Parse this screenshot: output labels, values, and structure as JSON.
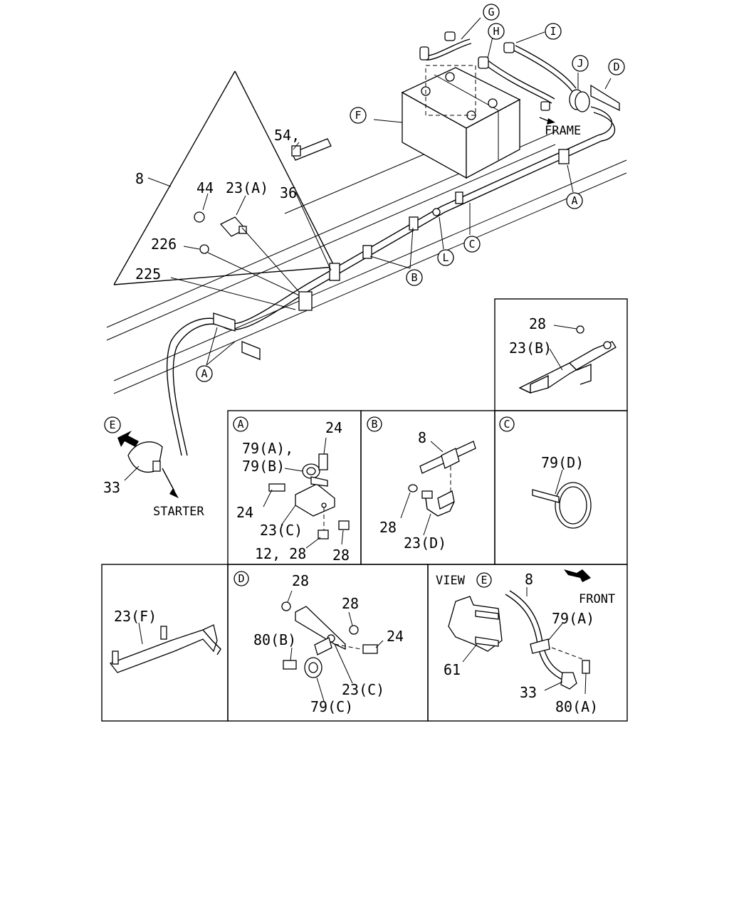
{
  "main": {
    "callouts": {
      "G": "G",
      "H": "H",
      "I": "I",
      "J": "J",
      "D": "D",
      "F": "F",
      "A1": "A",
      "A2": "A",
      "B": "B",
      "C": "C",
      "L": "L",
      "E": "E"
    },
    "labels": {
      "p54": "54,",
      "p36": "36",
      "p8": "8",
      "p44": "44",
      "p23a": "23(A)",
      "p226": "226",
      "p225": "225",
      "p33": "33",
      "frame": "FRAME",
      "starter": "STARTER"
    }
  },
  "panel_23b": {
    "p28": "28",
    "p23b": "23(B)"
  },
  "panel_a": {
    "title": "A",
    "p24_top": "24",
    "p79a": "79(A),",
    "p79b": "79(B)",
    "p24_left": "24",
    "p23c": "23(C)",
    "p12_28": "12, 28",
    "p28": "28"
  },
  "panel_b": {
    "title": "B",
    "p8": "8",
    "p28": "28",
    "p23d": "23(D)"
  },
  "panel_c": {
    "title": "C",
    "p79d": "79(D)"
  },
  "panel_23f": {
    "p23f": "23(F)"
  },
  "panel_d": {
    "title": "D",
    "p28_top": "28",
    "p28_right": "28",
    "p24": "24",
    "p80b": "80(B)",
    "p23c": "23(C)",
    "p79c": "79(C)"
  },
  "panel_view_e": {
    "view": "VIEW",
    "circle": "E",
    "p8": "8",
    "front": "FRONT",
    "p79a": "79(A)",
    "p61": "61",
    "p33": "33",
    "p80a": "80(A)"
  }
}
